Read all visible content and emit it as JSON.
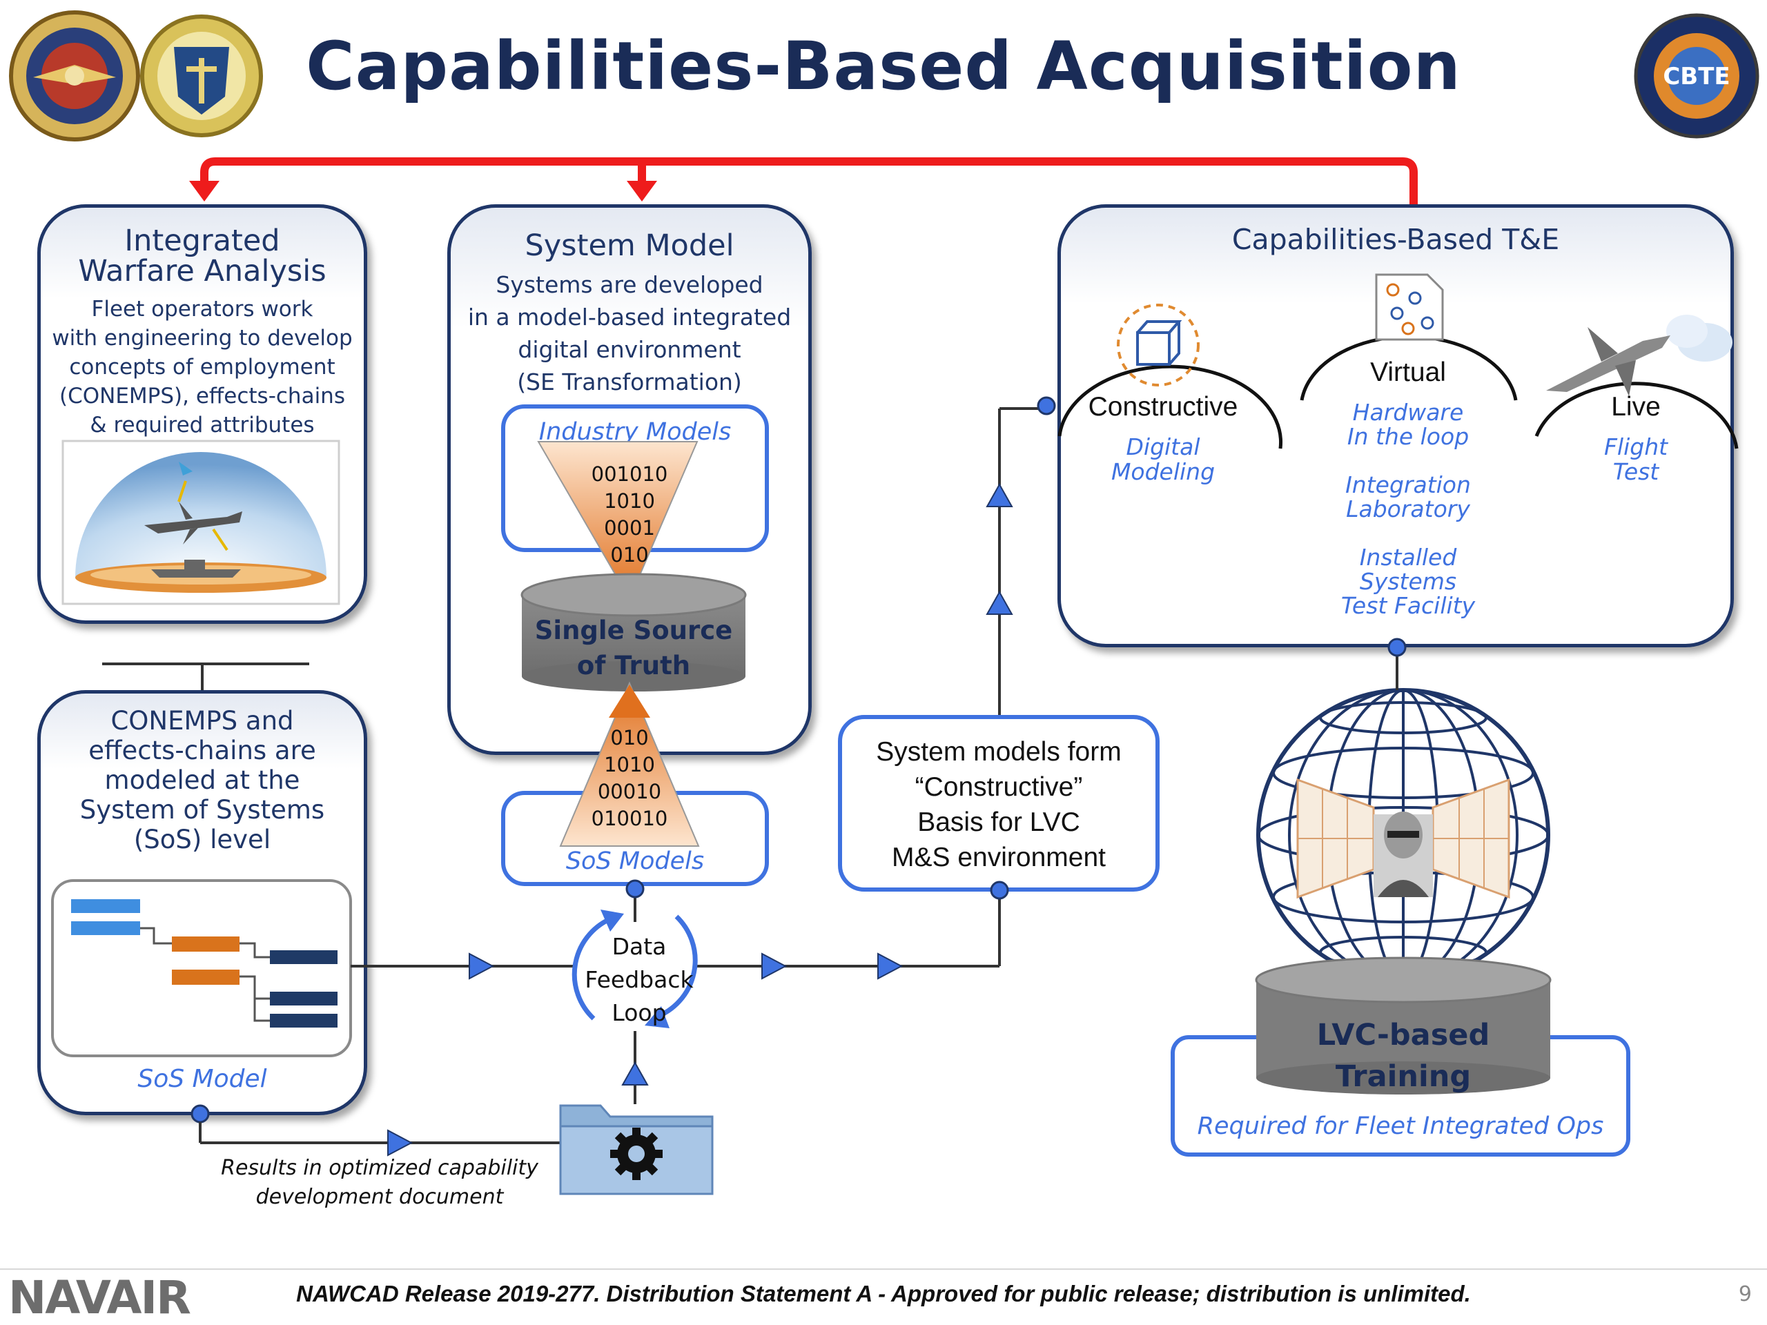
{
  "title": "Capabilities-Based Acquisition",
  "iwa": {
    "heading1": "Integrated",
    "heading2": "Warfare Analysis",
    "body": [
      "Fleet operators work",
      "with engineering to develop",
      "concepts of employment",
      "(CONEMPS), effects-chains",
      "& required attributes"
    ]
  },
  "conemps": {
    "lines": [
      "CONEMPS and",
      "effects-chains are",
      "modeled at the",
      "System of Systems",
      "(SoS) level"
    ],
    "model_label": "SoS Model"
  },
  "results_note": [
    "Results in optimized capability",
    "development document"
  ],
  "system_model": {
    "heading": "System Model",
    "body": [
      "Systems are developed",
      "in a model-based integrated",
      "digital environment",
      "(SE Transformation)"
    ],
    "industry_label": "Industry Models",
    "bits_down": [
      "001010",
      "1010",
      "0001",
      "010"
    ],
    "sst": [
      "Single Source",
      "of Truth"
    ],
    "bits_up": [
      "010",
      "1010",
      "00010",
      "010010"
    ],
    "sos_label": "SoS Models"
  },
  "feedback": [
    "Data",
    "Feedback",
    "Loop"
  ],
  "constructive_note": [
    "System models form",
    "“Constructive”",
    "Basis for LVC",
    "M&S environment"
  ],
  "cbte": {
    "heading": "Capabilities-Based T&E",
    "constructive": {
      "label": "Constructive",
      "sub": [
        "Digital",
        "Modeling"
      ]
    },
    "virtual": {
      "label": "Virtual",
      "sub": [
        "Hardware",
        "In the loop",
        "",
        "Integration",
        "Laboratory",
        "",
        "Installed",
        "Systems",
        "Test Facility"
      ]
    },
    "live": {
      "label": "Live",
      "sub": [
        "Flight",
        "Test"
      ]
    }
  },
  "lvc": {
    "lines": [
      "LVC-based",
      "Training"
    ],
    "sub": "Required for Fleet Integrated Ops"
  },
  "logos": {
    "cbte_text": "CBTE"
  },
  "footer": {
    "org": "NAVAIR",
    "release": "NAWCAD Release 2019-277. Distribution Statement A - Approved for public release; distribution is unlimited.",
    "page": "9"
  },
  "colors": {
    "navy": "#1f3668",
    "accent_blue": "#3f72e0",
    "arrow_red": "#ee1c1c",
    "orange": "#e0701e",
    "cylinder_gray": "#7d7d7d"
  }
}
